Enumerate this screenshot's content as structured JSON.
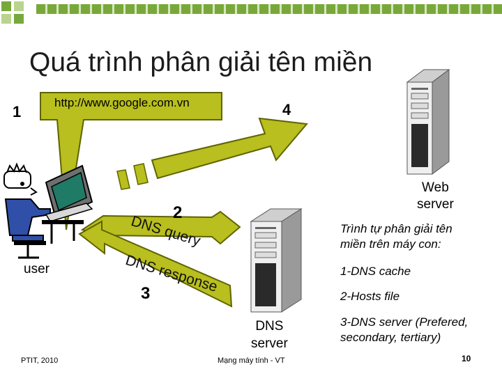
{
  "title": "Quá trình phân giải tên miền",
  "url_bubble": "http://www.google.com.vn",
  "steps": {
    "s1": "1",
    "s2": "2",
    "s3": "3",
    "s4": "4"
  },
  "flows": {
    "query": "DNS query",
    "response": "DNS response"
  },
  "nodes": {
    "user": "user",
    "web_server": [
      "Web",
      "server"
    ],
    "dns_server": [
      "DNS",
      "server"
    ]
  },
  "notes": {
    "title": [
      "Trình tự phân giải tên",
      "miền trên máy con:"
    ],
    "items": [
      "1-DNS cache",
      "2-Hosts file",
      "3-DNS server (Prefered,",
      "secondary, tertiary)"
    ]
  },
  "footer": {
    "left": "PTIT, 2010",
    "middle": "Mạng máy tính - VT",
    "page": "10"
  },
  "colors": {
    "accent": "#b8bf1e",
    "accent_dark": "#5f6300",
    "stripe": "#79a83a"
  }
}
